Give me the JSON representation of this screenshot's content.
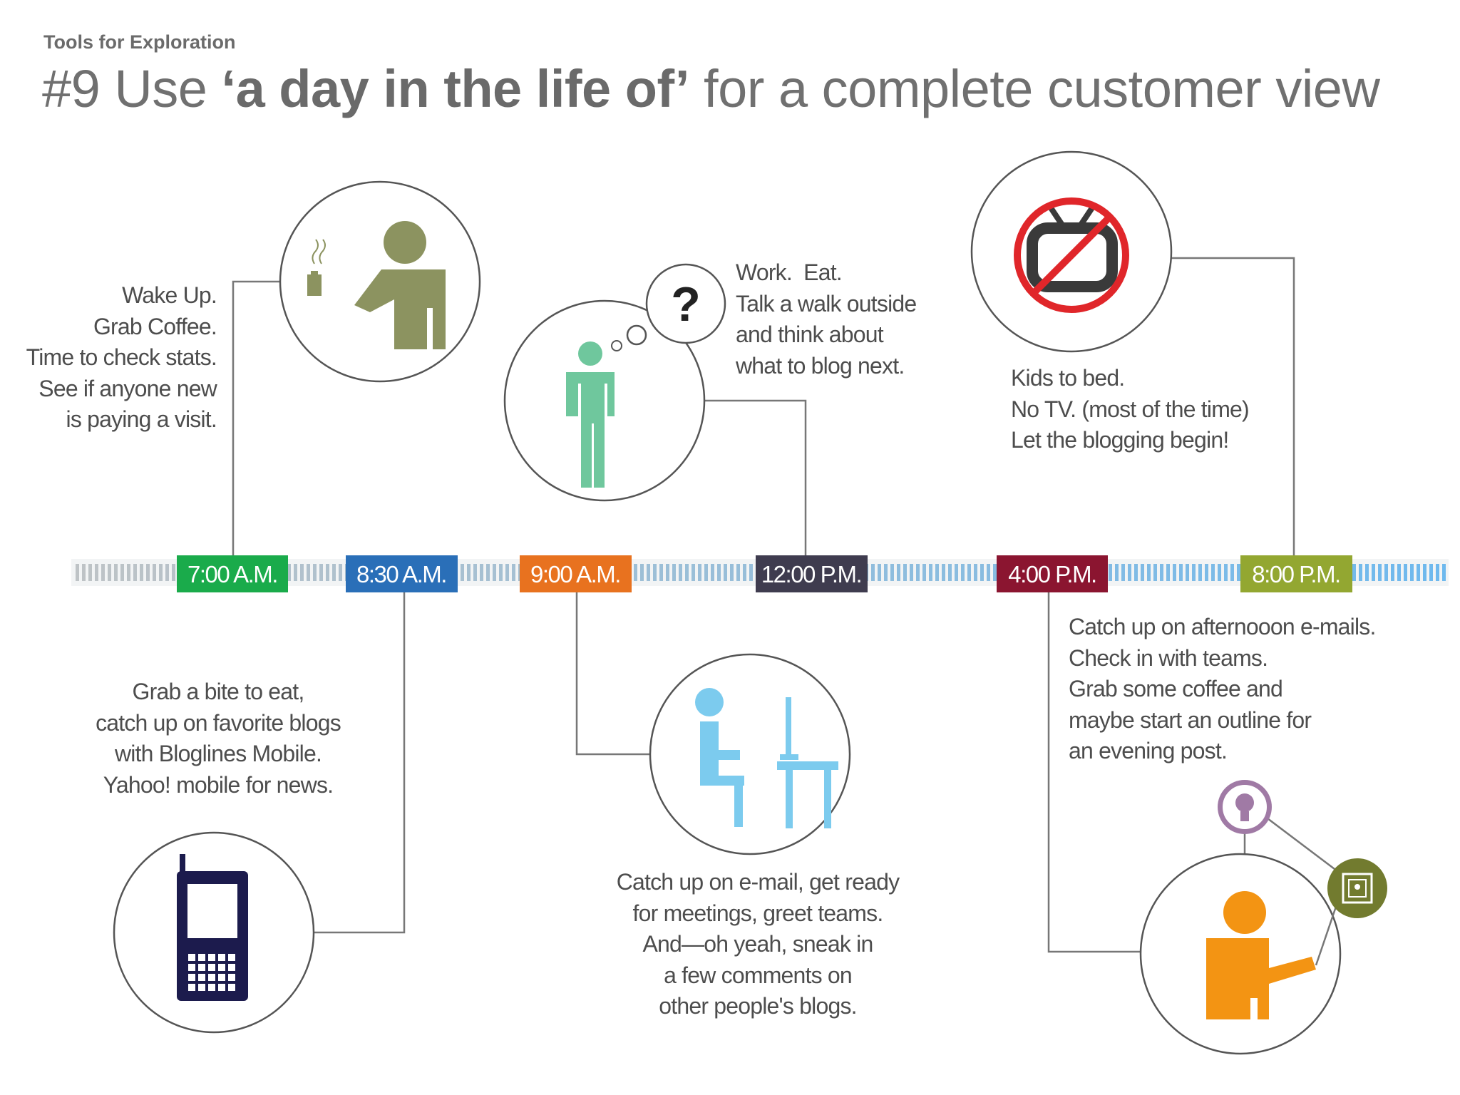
{
  "header": {
    "kicker": "Tools for Exploration",
    "title_number": "#9 Use ",
    "title_bold": "‘a day in the life of’",
    "title_rest": " for a complete customer view"
  },
  "timeline": [
    {
      "time": "7:00 A.M.",
      "color": "#1aab4b",
      "note": "Wake Up.\nGrab Coffee.\nTime to check stats.\nSee if anyone new\nis paying a visit.",
      "icon": "person-with-coffee-icon"
    },
    {
      "time": "8:30 A.M.",
      "color": "#2a6fb8",
      "note": "Grab a bite to eat,\ncatch up on favorite blogs\nwith Bloglines Mobile.\nYahoo! mobile for news.",
      "icon": "mobile-phone-icon"
    },
    {
      "time": "9:00 A.M.",
      "color": "#e8721f",
      "note": "Catch up on e-mail, get ready\nfor meetings, greet teams.\nAnd—oh yeah, sneak in\na few comments on\nother people's blogs.",
      "icon": "person-at-desk-icon"
    },
    {
      "time": "12:00 P.M.",
      "color": "#3f3c4f",
      "note": "Work.  Eat.\nTalk a walk outside\nand think about\nwhat to blog next.",
      "icon": "thinking-person-icon"
    },
    {
      "time": "4:00 P.M.",
      "color": "#8b1530",
      "note": "Catch up on afternooon e-mails.\nCheck in with teams.\nGrab some coffee and\nmaybe start an outline for\nan evening post.",
      "icon": "person-with-ideas-icon"
    },
    {
      "time": "8:00 P.M.",
      "color": "#93a731",
      "note": "Kids to bed.\nNo TV. (most of the time)\nLet the blogging begin!",
      "icon": "no-tv-icon"
    }
  ],
  "thought_symbol": "?",
  "colors": {
    "olive_person": "#8c9360",
    "mint_person": "#6fc79d",
    "blue_person": "#7ccbee",
    "orange_person": "#f39413",
    "phone": "#1c1b4d",
    "no_sign_red": "#e0262a",
    "bulb_purple": "#a07aa5",
    "frame_olive": "#727b2f",
    "connector": "#777777"
  }
}
